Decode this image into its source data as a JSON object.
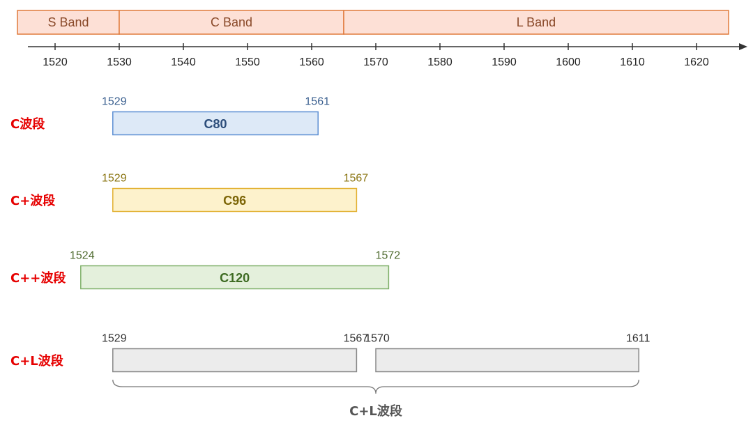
{
  "band_ruler": {
    "bands": [
      {
        "label": "S Band",
        "start": 1514,
        "end": 1530
      },
      {
        "label": "C Band",
        "start": 1530,
        "end": 1565
      },
      {
        "label": "L Band",
        "start": 1565,
        "end": 1625
      }
    ],
    "fill": "#fde0d6",
    "stroke": "#e07a3c"
  },
  "axis": {
    "ticks": [
      1520,
      1530,
      1540,
      1550,
      1560,
      1570,
      1580,
      1590,
      1600,
      1610,
      1620
    ]
  },
  "rows": [
    {
      "label": "C波段",
      "bars": [
        {
          "name": "C80",
          "start": 1529,
          "end": 1561,
          "start_label": "1529",
          "end_label": "1561",
          "fill": "#dde9f7",
          "stroke": "#5b8ed3",
          "text_color": "#2c4d7a",
          "label_color": "#3a5f8f"
        }
      ]
    },
    {
      "label": "C+波段",
      "bars": [
        {
          "name": "C96",
          "start": 1529,
          "end": 1567,
          "start_label": "1529",
          "end_label": "1567",
          "fill": "#fdf2cc",
          "stroke": "#e2b030",
          "text_color": "#7d6608",
          "label_color": "#8a7410"
        }
      ]
    },
    {
      "label": "C++波段",
      "bars": [
        {
          "name": "C120",
          "start": 1524,
          "end": 1572,
          "start_label": "1524",
          "end_label": "1572",
          "fill": "#e4f0dc",
          "stroke": "#7fb069",
          "text_color": "#3d6b22",
          "label_color": "#4f6b2f"
        }
      ]
    },
    {
      "label": "C+L波段",
      "bars": [
        {
          "name": "",
          "start": 1529,
          "end": 1567,
          "start_label": "1529",
          "end_label": "1567",
          "fill": "#ececec",
          "stroke": "#888888",
          "text_color": "#333333",
          "label_color": "#333333"
        },
        {
          "name": "",
          "start": 1570,
          "end": 1611,
          "start_label": "1570",
          "end_label": "1611",
          "fill": "#ececec",
          "stroke": "#888888",
          "text_color": "#333333",
          "label_color": "#333333"
        }
      ]
    }
  ],
  "brace": {
    "label": "C+L波段",
    "start": 1529,
    "end": 1611
  }
}
